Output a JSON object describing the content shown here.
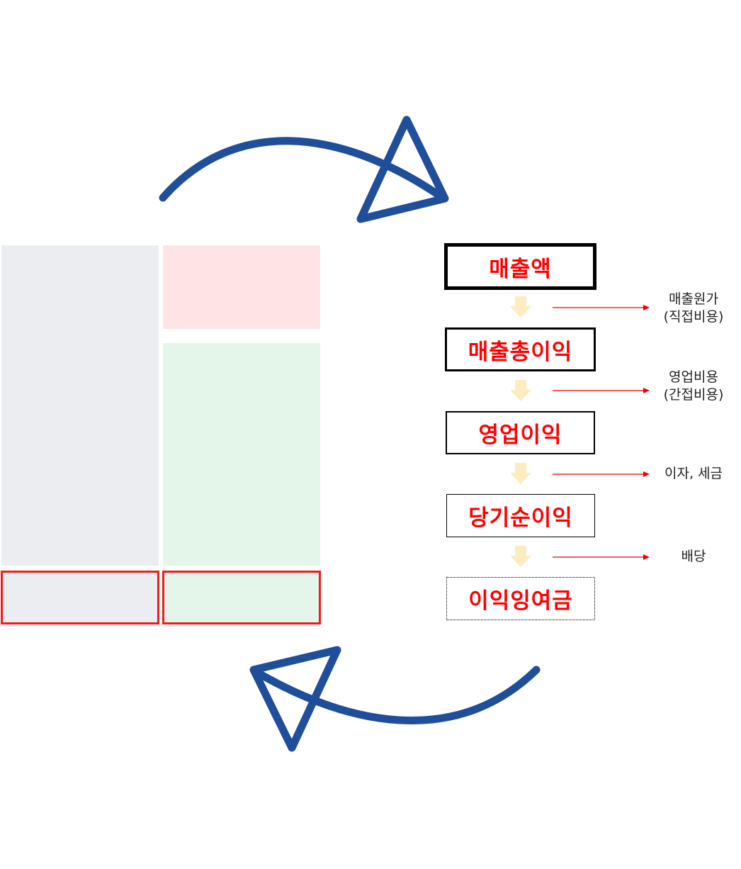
{
  "colors": {
    "arrow_blue": "#1f4e9a",
    "left_block": "#ecedf0",
    "top_right_block": "#ffe3e5",
    "mid_right_block": "#e4f5ea",
    "highlight_border": "#ee1c1c",
    "stage_text": "#ff0000",
    "down_arrow": "#fdecc0",
    "side_arrow": "#ee0000"
  },
  "stages": [
    {
      "label": "매출액",
      "border": "thick"
    },
    {
      "label": "매출총이익",
      "border": "medium"
    },
    {
      "label": "영업이익",
      "border": "thin"
    },
    {
      "label": "당기순이익",
      "border": "hairline"
    },
    {
      "label": "이익잉여금",
      "border": "dotted"
    }
  ],
  "deductions": [
    {
      "line1": "매출원가",
      "line2": "(직접비용)"
    },
    {
      "line1": "영업비용",
      "line2": "(간접비용)"
    },
    {
      "line1": "이자, 세금",
      "line2": ""
    },
    {
      "line1": "배당",
      "line2": ""
    }
  ],
  "icons": {
    "cycle_top": "curved-arrow-right-icon",
    "cycle_bottom": "curved-arrow-left-icon",
    "flow_down": "down-arrow-icon",
    "flow_side": "right-arrow-icon"
  }
}
